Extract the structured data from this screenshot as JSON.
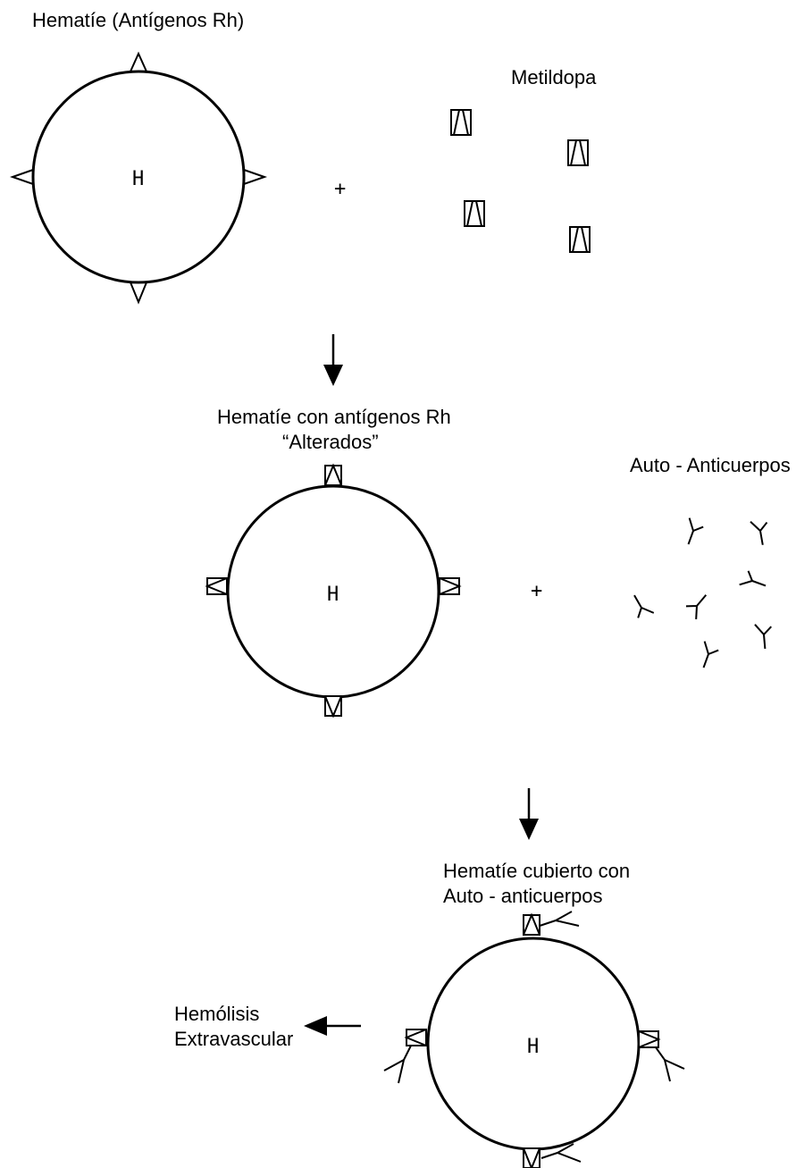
{
  "stage1": {
    "title": "Hematíe (Antígenos Rh)",
    "cell_label": "H",
    "plus": "+",
    "drug_label": "Metildopa"
  },
  "stage2": {
    "title_line1": "Hematíe con antígenos Rh",
    "title_line2": "“Alterados”",
    "cell_label": "H",
    "plus": "+",
    "antibody_label": "Auto - Anticuerpos"
  },
  "stage3": {
    "title_line1": "Hematíe cubierto con",
    "title_line2": "Auto - anticuerpos",
    "cell_label": "H",
    "result_line1": "Hemólisis",
    "result_line2": "Extravascular"
  },
  "colors": {
    "ink": "#000000",
    "background": "#ffffff"
  }
}
